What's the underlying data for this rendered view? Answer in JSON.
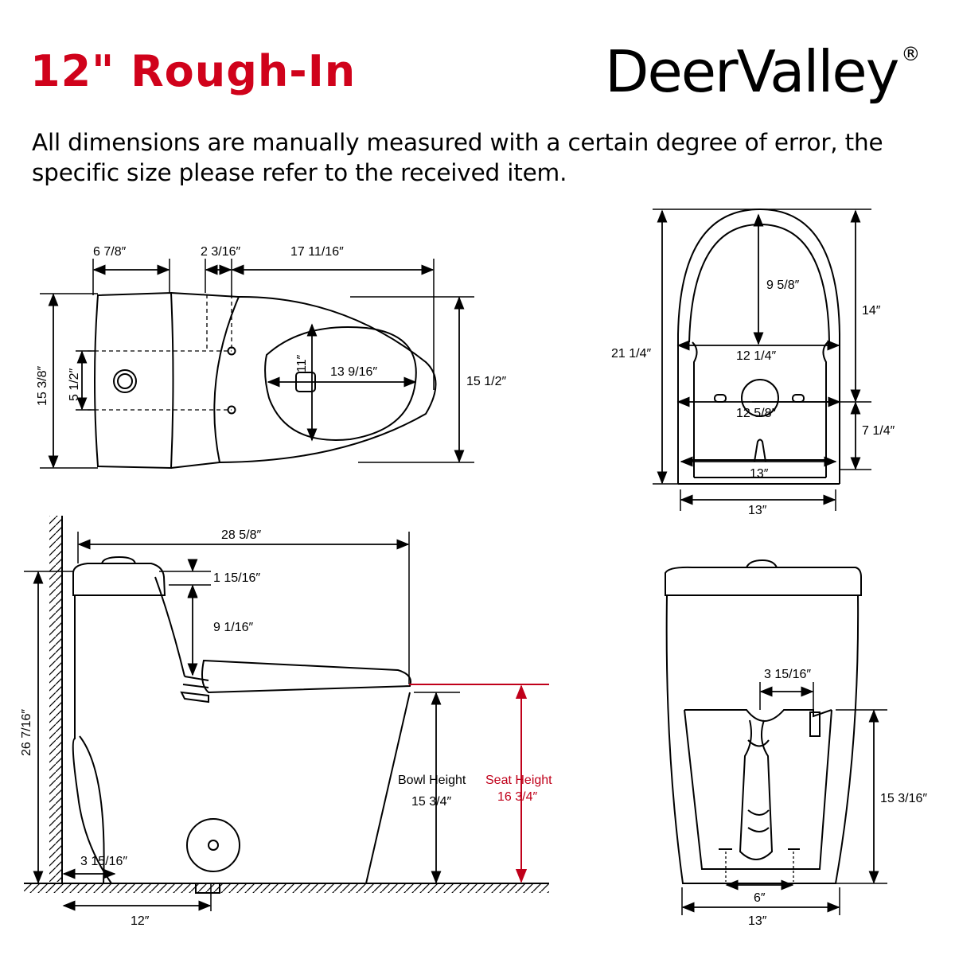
{
  "header": {
    "title": "12\" Rough-In",
    "brand_name": "DeerValley",
    "brand_mark": "®"
  },
  "note": "All dimensions are manually measured with a certain degree of error, the specific size please refer to the received item.",
  "colors": {
    "title": "#d0021b",
    "seat_height": "#c0001a",
    "line": "#000000"
  },
  "top_view": {
    "tank_depth": "6 7/8″",
    "offset": "2 3/16″",
    "bowl_length": "17 11/16″",
    "total_width": "15 3/8″",
    "bolt_spacing": "5 1/2″",
    "seat_width": "11″",
    "seat_length": "13 9/16″",
    "bowl_width": "15 1/2″"
  },
  "bottom_view": {
    "total_length": "21 1/4″",
    "front_length": "9 5/8″",
    "section_top": "14″",
    "inner_width": "12 1/4″",
    "outlet_width": "12 5/8″",
    "rear_length": "7 1/4″",
    "base_inner_width": "13″",
    "base_width": "13″"
  },
  "side_view": {
    "overall_length": "28 5/8″",
    "lid_height": "1 15/16″",
    "tank_rise": "9 1/16″",
    "total_height": "26 7/16″",
    "bowl_height_label": "Bowl Height",
    "bowl_height": "15 3/4″",
    "seat_height_label": "Seat Height",
    "seat_height": "16 3/4″",
    "wall_gap": "3 15/16″",
    "rough_in": "12″"
  },
  "front_view": {
    "trap_width": "3 15/16″",
    "trap_height": "15 3/16″",
    "bolt_spacing": "6″",
    "base_width": "13″"
  }
}
